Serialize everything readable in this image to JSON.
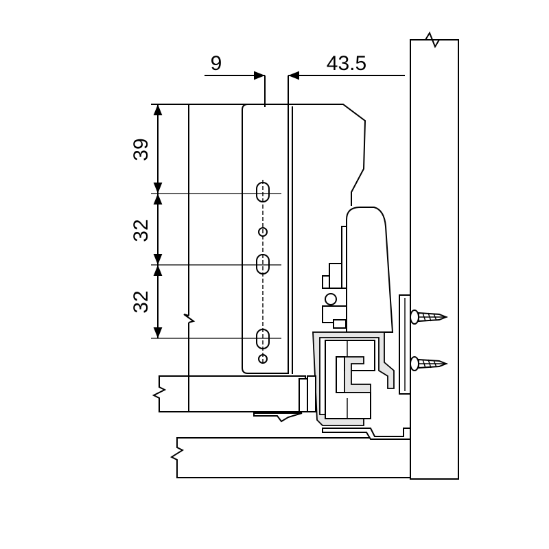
{
  "dimensions": {
    "horizontal": {
      "left_offset": "9",
      "side_clearance": "43.5"
    },
    "vertical": {
      "top_to_first_hole": "39",
      "hole_pitch_1": "32",
      "hole_pitch_2": "32"
    }
  }
}
